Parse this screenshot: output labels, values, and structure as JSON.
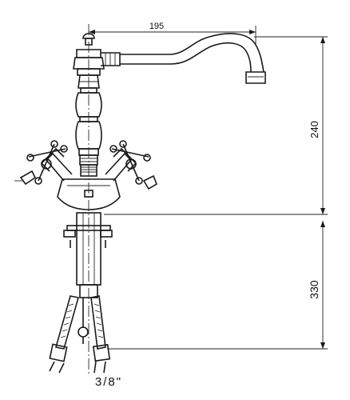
{
  "dimensions": {
    "spout_reach": "195",
    "spout_height": "240",
    "lower_length": "330",
    "connection_thread": "3/8\""
  }
}
